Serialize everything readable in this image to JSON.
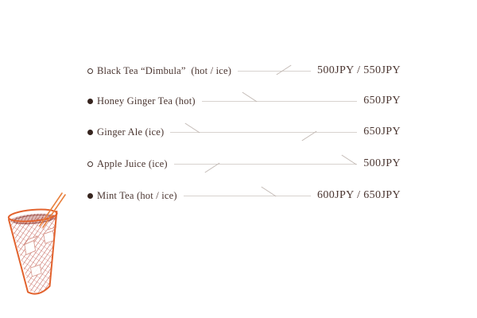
{
  "page": {
    "background": "#ffffff"
  },
  "colors": {
    "text": "#4a3530",
    "leader_line": "#d8d3cf",
    "sketch_outline": "#e2622d",
    "sketch_hatch": "#b03328"
  },
  "menu": {
    "items": [
      {
        "bullet": "open",
        "name": "Black Tea “Dimbula”  (hot / ice)",
        "price": "500JPY / 550JPY"
      },
      {
        "bullet": "filled",
        "name": "Honey Ginger Tea (hot)",
        "price": "650JPY"
      },
      {
        "bullet": "filled",
        "name": "Ginger Ale (ice)",
        "price": "650JPY"
      },
      {
        "bullet": "open",
        "name": "Apple Juice (ice)",
        "price": "500JPY"
      },
      {
        "bullet": "filled",
        "name": "Mint Tea (hot / ice)",
        "price": "600JPY / 650JPY"
      }
    ]
  },
  "illustration": {
    "label": "iced-drink-cup-sketch"
  }
}
